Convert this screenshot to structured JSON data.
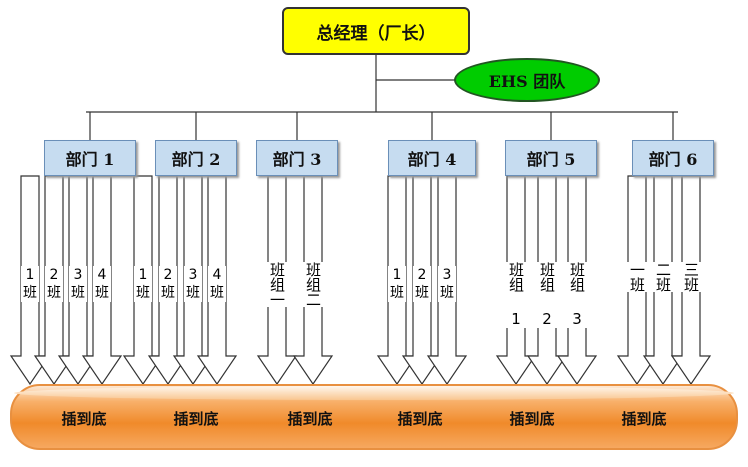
{
  "general_manager": "总经理（厂长）",
  "ehs_team": "EHS 团队",
  "departments": [
    {
      "name": "部门 1",
      "units": [
        "1 班",
        "2 班",
        "3 班",
        "4 班"
      ]
    },
    {
      "name": "部门 2",
      "units": [
        "1 班",
        "2 班",
        "3 班",
        "4 班"
      ]
    },
    {
      "name": "部门 3",
      "units": [
        "班组一",
        "班组二"
      ]
    },
    {
      "name": "部门 4",
      "units": [
        "1 班",
        "2 班",
        "3 班"
      ]
    },
    {
      "name": "部门 5",
      "units": [
        "班组 1",
        "班组 2",
        "班组 3"
      ]
    },
    {
      "name": "部门 6",
      "units": [
        "一班",
        "二班",
        "三班"
      ]
    }
  ],
  "ground_labels": [
    "插到底",
    "插到底",
    "插到底",
    "插到底",
    "插到底",
    "插到底"
  ],
  "colors": {
    "general_manager_fill": "#ffff00",
    "ehs_fill": "#00cc00",
    "department_fill": "#c6dcf0",
    "base_fill": "#f08a2a"
  }
}
